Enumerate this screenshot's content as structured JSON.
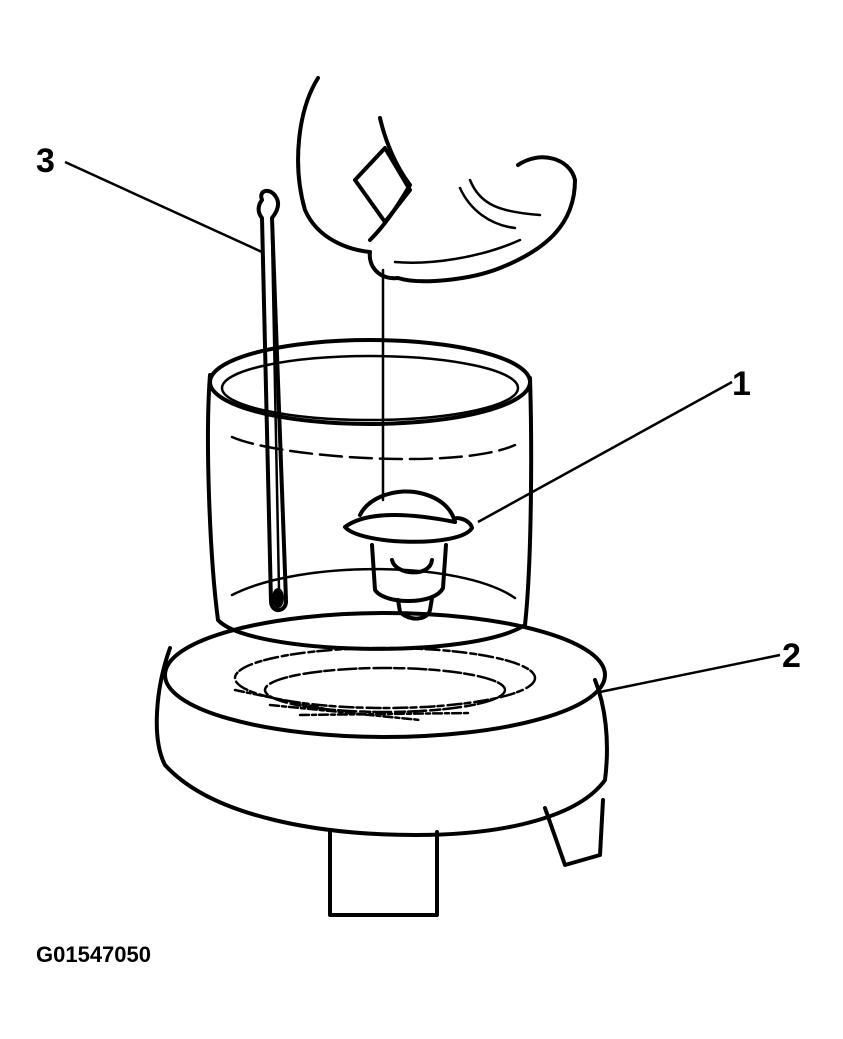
{
  "callouts": [
    {
      "id": "callout-1",
      "text": "1"
    },
    {
      "id": "callout-2",
      "text": "2"
    },
    {
      "id": "callout-3",
      "text": "3"
    }
  ],
  "figure_id": "G01547050",
  "colors": {
    "ink": "#000000",
    "background": "#ffffff"
  }
}
